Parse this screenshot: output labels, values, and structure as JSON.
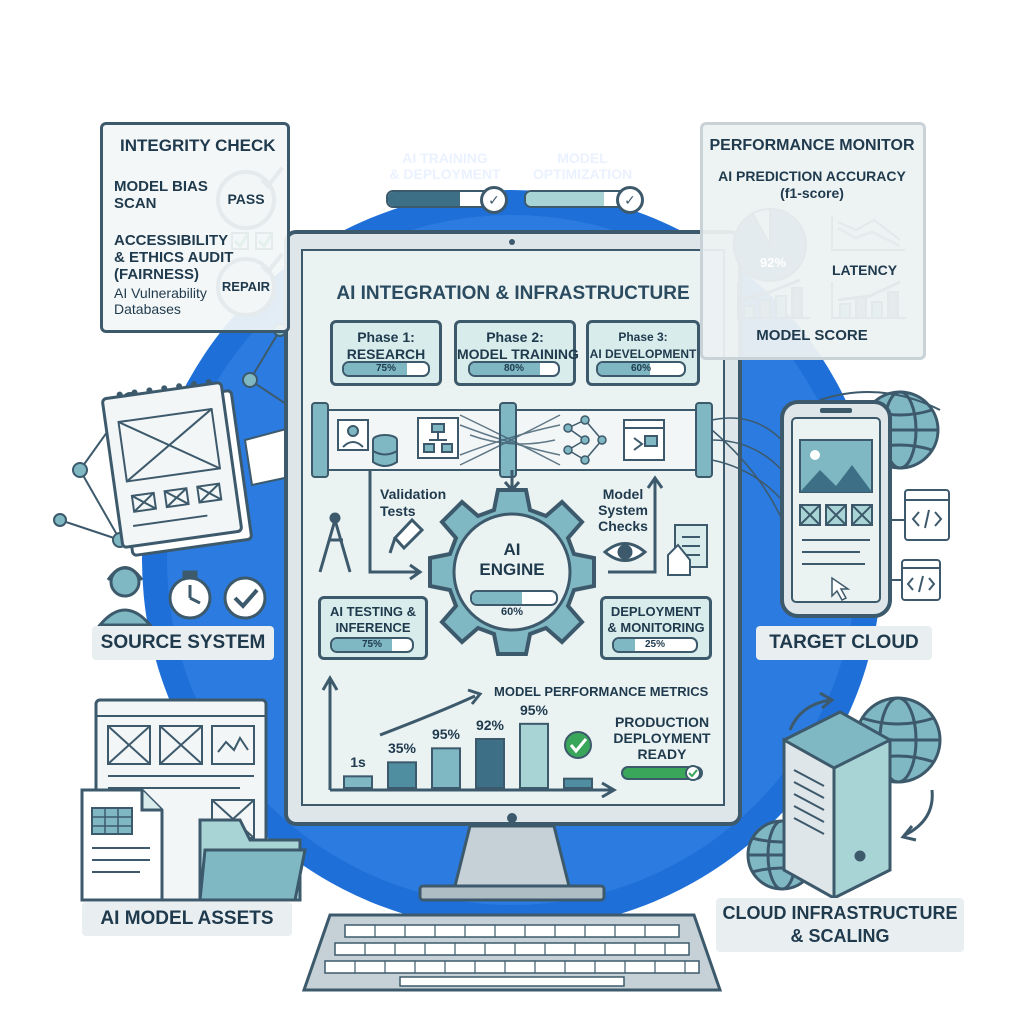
{
  "integrity": {
    "title": "INTEGRITY CHECK",
    "bias_label": "MODEL BIAS\nSCAN",
    "pass_badge": "PASS",
    "ethics_label": "ACCESSIBILITY\n& ETHICS AUDIT\n(FAIRNESS)",
    "vuln_label": "AI Vulnerability\nDatabases",
    "repair_badge": "REPAIR"
  },
  "top_bars": {
    "training_label": "AI TRAINING\n& DEPLOYMENT",
    "training_progress": 0.72,
    "optimization_label": "MODEL\nOPTIMIZATION",
    "optimization_progress": 0.78
  },
  "monitor_panel": {
    "title": "PERFORMANCE MONITOR",
    "accuracy_label": "AI PREDICTION ACCURACY\n(f1-score)",
    "pie_value": "92%",
    "pie_fraction": 0.92,
    "latency_label": "LATENCY",
    "score_label": "MODEL SCORE"
  },
  "screen": {
    "title": "AI INTEGRATION & INFRASTRUCTURE",
    "phases": [
      {
        "label": "Phase 1:\nRESEARCH",
        "pct": "75%",
        "fraction": 0.75
      },
      {
        "label": "Phase 2:\nMODEL TRAINING",
        "pct": "80%",
        "fraction": 0.8
      },
      {
        "label": "Phase 3:\nAI DEVELOPMENT",
        "pct": "60%",
        "fraction": 0.6
      }
    ],
    "validation_label": "Validation\nTests",
    "system_checks_label": "Model\nSystem\nChecks",
    "engine_label": "AI\nENGINE",
    "engine_pct": "60%",
    "engine_fraction": 0.6,
    "testing_label": "AI TESTING &\nINFERENCE",
    "testing_pct": "75%",
    "testing_fraction": 0.75,
    "deploy_label": "DEPLOYMENT\n& MONITORING",
    "deploy_pct": "25%",
    "deploy_fraction": 0.25,
    "metrics_label": "MODEL PERFORMANCE METRICS",
    "production_label": "PRODUCTION\nDEPLOYMENT\nREADY"
  },
  "chart_data": {
    "type": "bar",
    "title": "MODEL PERFORMANCE METRICS",
    "categories": [
      "",
      "",
      "",
      "",
      "",
      ""
    ],
    "values": [
      10,
      22,
      34,
      42,
      55,
      8
    ],
    "data_labels": [
      "1s",
      "35%",
      "95%",
      "92%",
      "95%",
      ""
    ],
    "colors": [
      "#7fb8c3",
      "#4e8ea0",
      "#7fb8c3",
      "#3d6f87",
      "#a9d4d6",
      "#4e8ea0"
    ],
    "ylim": [
      0,
      60
    ],
    "grid": false,
    "xlabel": "",
    "ylabel": ""
  },
  "captions": {
    "source": "SOURCE SYSTEM",
    "target": "TARGET CLOUD",
    "assets": "AI MODEL ASSETS",
    "cloud": "CLOUD INFRASTRUCTURE\n& SCALING"
  },
  "icons": [
    "code-icon",
    "globe-icon",
    "gear-icon",
    "checkmark-icon",
    "stopwatch-icon",
    "headset-user-icon",
    "database-icon",
    "flowchart-icon",
    "neural-network-icon",
    "server-icon",
    "folder-icon",
    "spreadsheet-icon",
    "pen-icon",
    "eye-icon",
    "compass-icon",
    "phone-icon",
    "keyboard-icon"
  ],
  "colors": {
    "accent_blue": "#1f6fd8",
    "teal": "#7fb8c3",
    "outline": "#3d5a6c",
    "green": "#3aa65a"
  }
}
